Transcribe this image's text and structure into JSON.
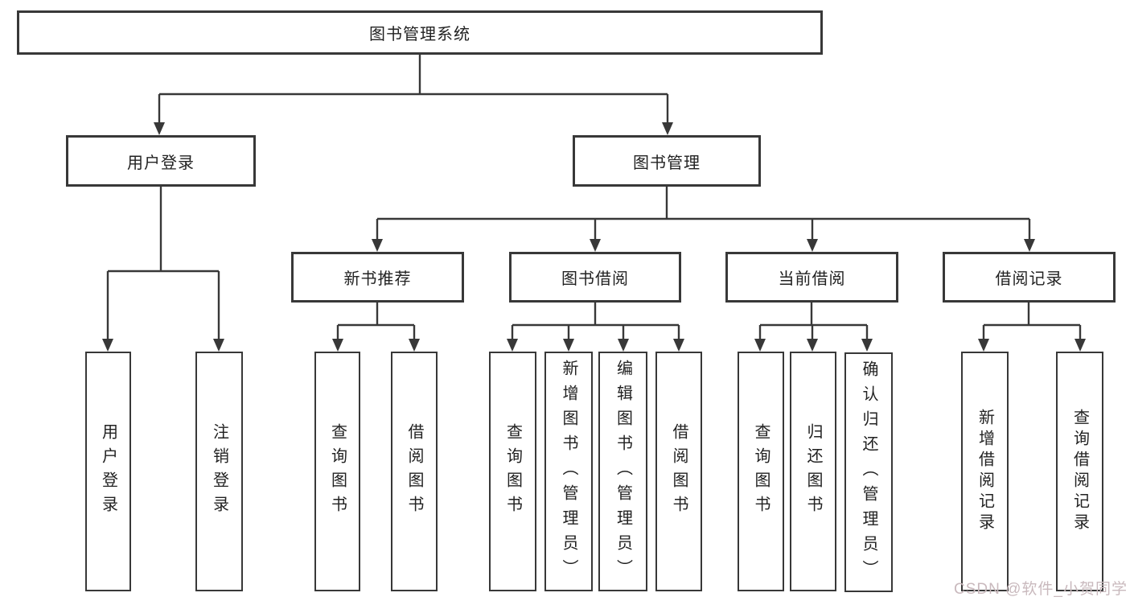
{
  "tree": {
    "label": "图书管理系统",
    "children": [
      {
        "label": "用户登录",
        "children": [
          {
            "label": "用户登录"
          },
          {
            "label": "注销登录"
          }
        ]
      },
      {
        "label": "图书管理",
        "children": [
          {
            "label": "新书推荐",
            "children": [
              {
                "label": "查询图书"
              },
              {
                "label": "借阅图书"
              }
            ]
          },
          {
            "label": "图书借阅",
            "children": [
              {
                "label": "查询图书"
              },
              {
                "label": "新增图书（管理员）"
              },
              {
                "label": "编辑图书（管理员）"
              },
              {
                "label": "借阅图书"
              }
            ]
          },
          {
            "label": "当前借阅",
            "children": [
              {
                "label": "查询图书"
              },
              {
                "label": "归还图书"
              },
              {
                "label": "确认归还（管理员）"
              }
            ]
          },
          {
            "label": "借阅记录",
            "children": [
              {
                "label": "新增借阅记录"
              },
              {
                "label": "查询借阅记录"
              }
            ]
          }
        ]
      }
    ]
  },
  "watermark": {
    "text": "CSDN @软件_小贺同学"
  },
  "colors": {
    "line": "#383838",
    "box_border": "#383838",
    "text": "#222222",
    "watermark": "#c9b9bd",
    "background": "#ffffff"
  }
}
